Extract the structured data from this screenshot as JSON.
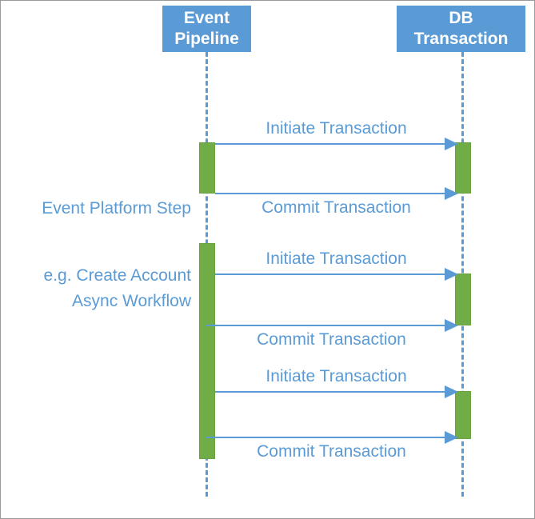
{
  "diagram": {
    "title": "Event Pipeline to DB Transaction sequence diagram",
    "colors": {
      "participant_fill": "#5B9BD5",
      "participant_text": "#FFFFFF",
      "activation_fill": "#70AD47",
      "message_line": "#5B9BD5",
      "message_text": "#5B9BD5",
      "note_text": "#5B9BD5",
      "background": "#FFFFFF",
      "border": "#9A9A9A"
    },
    "participants": [
      {
        "id": "event-pipeline",
        "label": "Event\nPipeline",
        "line1": "Event",
        "line2": "Pipeline"
      },
      {
        "id": "db-transaction",
        "label": "DB\nTransaction",
        "line1": "DB",
        "line2": "Transaction"
      }
    ],
    "notes": [
      {
        "id": "event-platform-step",
        "line1": "Event Platform Step",
        "line2": "e.g. Create Account"
      },
      {
        "id": "async-workflow",
        "line1": "Async Workflow",
        "line2": ""
      }
    ],
    "messages": [
      {
        "id": "initiate-1",
        "label": "Initiate Transaction",
        "from": "event-pipeline",
        "to": "db-transaction",
        "direction": "right",
        "label_position": "above"
      },
      {
        "id": "commit-1",
        "label": "Commit Transaction",
        "from": "event-pipeline",
        "to": "db-transaction",
        "direction": "right",
        "label_position": "below"
      },
      {
        "id": "initiate-2",
        "label": "Initiate Transaction",
        "from": "event-pipeline",
        "to": "db-transaction",
        "direction": "right",
        "label_position": "above"
      },
      {
        "id": "commit-2",
        "label": "Commit Transaction",
        "from": "event-pipeline",
        "to": "db-transaction",
        "direction": "right",
        "label_position": "below"
      },
      {
        "id": "initiate-3",
        "label": "Initiate Transaction",
        "from": "event-pipeline",
        "to": "db-transaction",
        "direction": "right",
        "label_position": "above"
      },
      {
        "id": "commit-3",
        "label": "Commit Transaction",
        "from": "event-pipeline",
        "to": "db-transaction",
        "direction": "right",
        "label_position": "below"
      }
    ],
    "activations": [
      {
        "id": "left-1",
        "participant": "event-pipeline"
      },
      {
        "id": "left-2",
        "participant": "event-pipeline"
      },
      {
        "id": "right-1",
        "participant": "db-transaction"
      },
      {
        "id": "right-2",
        "participant": "db-transaction"
      },
      {
        "id": "right-3",
        "participant": "db-transaction"
      }
    ]
  }
}
